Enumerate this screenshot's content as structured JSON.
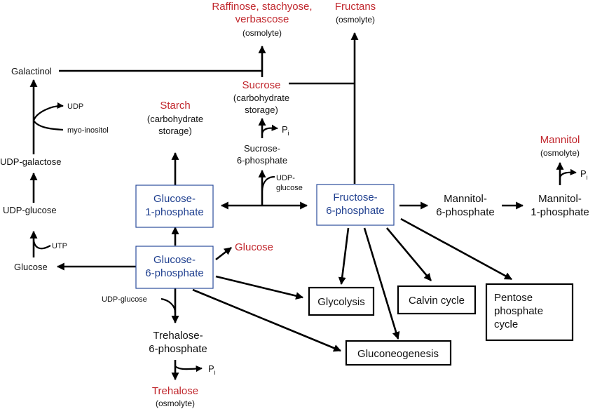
{
  "nodes": {
    "raffinose_l1": "Raffinose, stachyose,",
    "raffinose_l2": "verbascose",
    "raffinose_sub": "(osmolyte)",
    "fructans": "Fructans",
    "fructans_sub": "(osmolyte)",
    "galactinol": "Galactinol",
    "udp": "UDP",
    "myo_inositol": "myo-inositol",
    "udp_galactose": "UDP-galactose",
    "udp_glucose": "UDP-glucose",
    "utp": "UTP",
    "glucose_left": "Glucose",
    "starch": "Starch",
    "starch_sub_l1": "(carbohydrate",
    "starch_sub_l2": "storage)",
    "sucrose": "Sucrose",
    "sucrose_sub_l1": "(carbohydrate",
    "sucrose_sub_l2": "storage)",
    "pi": "P",
    "pi_sub": "i",
    "sucrose6p_l1": "Sucrose-",
    "sucrose6p_l2": "6-phosphate",
    "udp_glucose_small_l1": "UDP-",
    "udp_glucose_small_l2": "glucose",
    "g1p_l1": "Glucose-",
    "g1p_l2": "1-phosphate",
    "f6p_l1": "Fructose-",
    "f6p_l2": "6-phosphate",
    "g6p_l1": "Glucose-",
    "g6p_l2": "6-phosphate",
    "glucose_red": "Glucose",
    "mannitol": "Mannitol",
    "mannitol_sub": "(osmolyte)",
    "mannitol6p_l1": "Mannitol-",
    "mannitol6p_l2": "6-phosphate",
    "mannitol1p_l1": "Mannitol-",
    "mannitol1p_l2": "1-phosphate",
    "udp_glucose_trehalose": "UDP-glucose",
    "trehalose6p_l1": "Trehalose-",
    "trehalose6p_l2": "6-phosphate",
    "trehalose": "Trehalose",
    "trehalose_sub": "(osmolyte)",
    "glycolysis": "Glycolysis",
    "calvin": "Calvin cycle",
    "pentose_l1": "Pentose",
    "pentose_l2": "phosphate",
    "pentose_l3": "cycle",
    "gluconeogenesis": "Gluconeogenesis"
  },
  "colors": {
    "product_red": "#c1282e",
    "hexose_phosphate_blue": "#1f3f8f",
    "box_border_blue": "#2b4c9b"
  }
}
